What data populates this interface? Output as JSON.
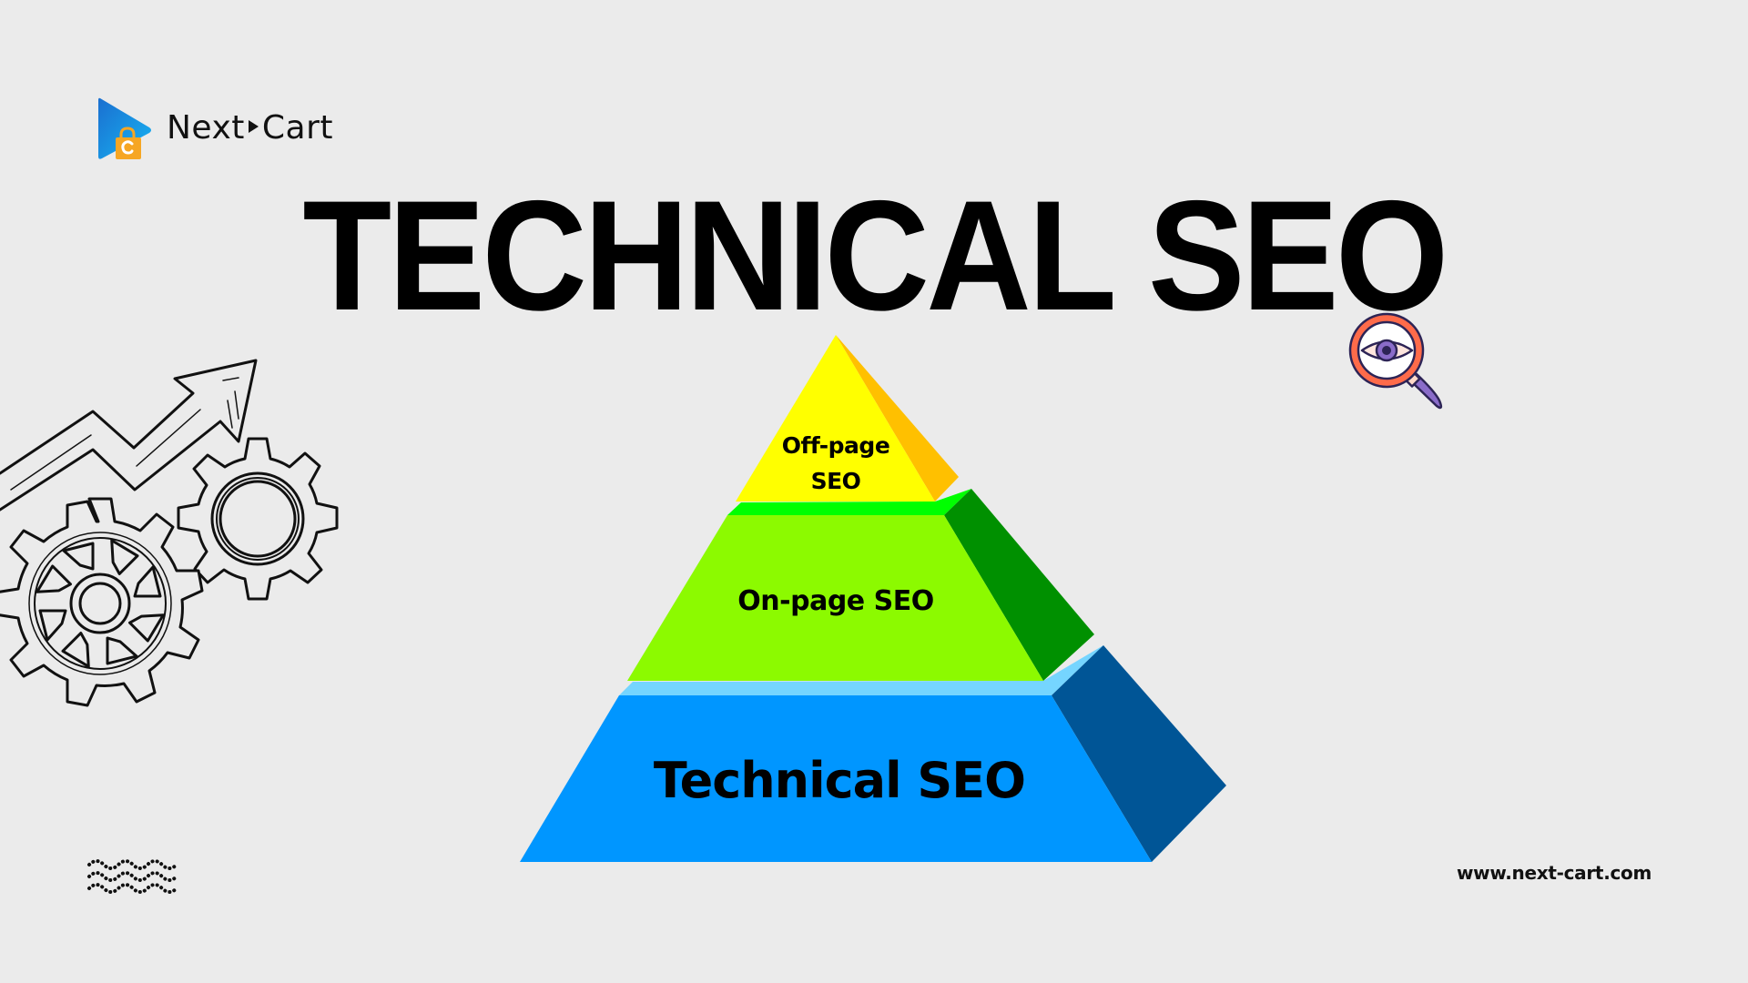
{
  "brand": {
    "name_part1": "Next",
    "name_part2": "Cart",
    "logo_icon": "play-triangle-with-shopping-bag-icon",
    "colors": {
      "play_gradient_start": "#1a6fd0",
      "play_gradient_end": "#18b4f2",
      "bag": "#f6a623"
    }
  },
  "header": {
    "title": "TECHNICAL SEO"
  },
  "pyramid": {
    "levels": [
      {
        "label_line1": "Off-page",
        "label_line2": "SEO",
        "front_color": "#ffff00",
        "side_color": "#ffc000"
      },
      {
        "label": "On-page SEO",
        "front_color": "#8cfa00",
        "top_color": "#00ff00",
        "side_color": "#009000"
      },
      {
        "label": "Technical SEO",
        "front_color": "#0096ff",
        "top_color": "#75d5ff",
        "side_color": "#005596"
      }
    ]
  },
  "decorations": {
    "left_illustration": "gears-with-rising-arrow-icon",
    "right_illustration": "magnifier-eye-icon",
    "bottom_left_pattern": "dotted-waves"
  },
  "footer": {
    "url": "www.next-cart.com"
  },
  "colors": {
    "background": "#ebebeb",
    "text": "#000000"
  }
}
